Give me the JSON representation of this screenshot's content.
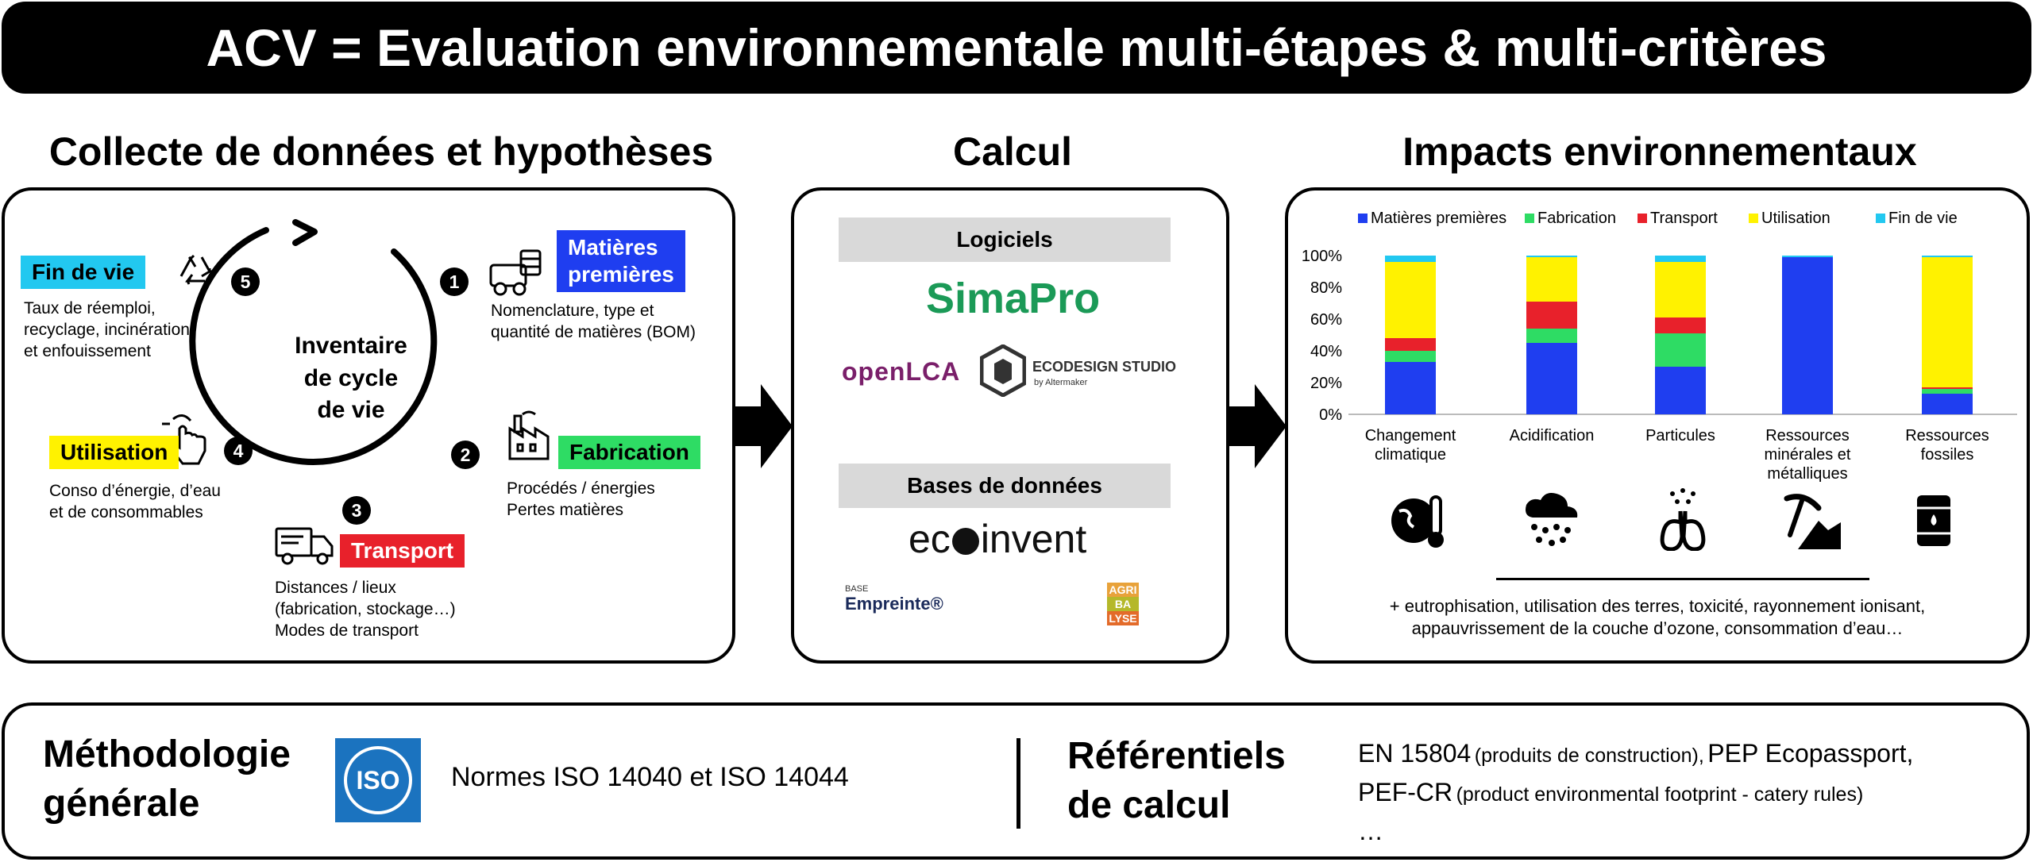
{
  "banner": {
    "title": "ACV = Evaluation environnementale multi-étapes & multi-critères"
  },
  "sections": {
    "collecte": "Collecte de données et hypothèses",
    "calcul": "Calcul",
    "impacts": "Impacts environnementaux"
  },
  "cycle": {
    "center_line1": "Inventaire",
    "center_line2": "de cycle",
    "center_line3": "de vie",
    "steps": [
      {
        "num": "1",
        "label_line1": "Matières",
        "label_line2": "premières",
        "color": "#1f3ef0",
        "desc_line1": "Nomenclature, type et",
        "desc_line2": "quantité de matières (BOM)"
      },
      {
        "num": "2",
        "label": "Fabrication",
        "color": "#2edc64",
        "desc_line1": "Procédés / énergies",
        "desc_line2": "Pertes matières"
      },
      {
        "num": "3",
        "label": "Transport",
        "color": "#e8212b",
        "desc_line1": "Distances / lieux",
        "desc_line2": "(fabrication, stockage…)",
        "desc_line3": "Modes de transport"
      },
      {
        "num": "4",
        "label": "Utilisation",
        "color": "#fff200",
        "desc_line1": "Conso d’énergie, d’eau",
        "desc_line2": "et de consommables"
      },
      {
        "num": "5",
        "label": "Fin de vie",
        "color": "#22c8f0",
        "desc_line1": "Taux de réemploi,",
        "desc_line2": "recyclage, incinération",
        "desc_line3": "et enfouissement"
      }
    ]
  },
  "calcul": {
    "logiciels": "Logiciels",
    "simapro": "SimaPro",
    "openlca": "openLCA",
    "ecodesign_line1": "ECODESIGN STUDIO",
    "ecodesign_line2": "by Altermaker",
    "bases": "Bases de données",
    "ecoinvent_prefix": "ec",
    "ecoinvent_suffix": "invent",
    "empreinte_small": "BASE",
    "empreinte": "Empreinte®",
    "agri_1": "AGRI",
    "agri_2": "BA",
    "agri_3": "LYSE"
  },
  "chart_data": {
    "type": "bar",
    "stacked": true,
    "categories": [
      "Changement climatique",
      "Acidification",
      "Particules",
      "Ressources minérales et métalliques",
      "Ressources fossiles"
    ],
    "category_lines": [
      [
        "Changement",
        "climatique"
      ],
      [
        "Acidification"
      ],
      [
        "Particules"
      ],
      [
        "Ressources",
        "minérales et",
        "métalliques"
      ],
      [
        "Ressources",
        "fossiles"
      ]
    ],
    "series": [
      {
        "name": "Matières premières",
        "color": "#1f3ef0",
        "values": [
          33,
          45,
          30,
          99,
          13
        ]
      },
      {
        "name": "Fabrication",
        "color": "#2edc64",
        "values": [
          7,
          9,
          21,
          0,
          3
        ]
      },
      {
        "name": "Transport",
        "color": "#e8212b",
        "values": [
          8,
          17,
          10,
          0,
          1
        ]
      },
      {
        "name": "Utilisation",
        "color": "#fff200",
        "values": [
          48,
          28,
          35,
          0,
          82
        ]
      },
      {
        "name": "Fin de vie",
        "color": "#22c8f0",
        "values": [
          4,
          1,
          4,
          1,
          1
        ]
      }
    ],
    "ylim": [
      0,
      100
    ],
    "yticks": [
      "0%",
      "20%",
      "40%",
      "60%",
      "80%",
      "100%"
    ],
    "legend": "top",
    "grid": false
  },
  "impacts": {
    "icons": [
      "globe-thermometer-icon",
      "acid-rain-icon",
      "lungs-particles-icon",
      "mining-pickaxe-icon",
      "oil-barrel-icon"
    ],
    "footnote_line1": "+ eutrophisation, utilisation des terres, toxicité, rayonnement ionisant,",
    "footnote_line2": "appauvrissement de la couche d’ozone, consommation d’eau…"
  },
  "bottom": {
    "methodo_line1": "Méthodologie",
    "methodo_line2": "générale",
    "iso": "ISO",
    "normes": "Normes ISO 14040 et ISO 14044",
    "ref_line1": "Référentiels",
    "ref_line2": "de calcul",
    "ref_a_big": "EN 15804",
    "ref_a_small": "(produits de construction),",
    "ref_b_big": "PEP Ecopassport,",
    "ref_c_big": "PEF-CR",
    "ref_c_small": "(product environmental footprint - catery rules)",
    "ref_d": "…"
  }
}
